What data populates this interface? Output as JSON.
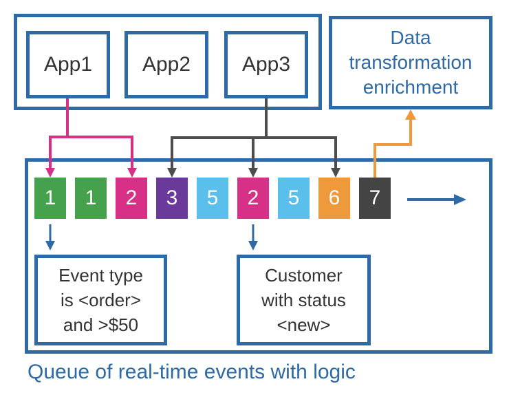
{
  "apps": [
    "App1",
    "App2",
    "App3"
  ],
  "transform": {
    "lines": [
      "Data",
      "transformation",
      "enrichment"
    ]
  },
  "events": [
    {
      "label": "1",
      "color": "#45a14b"
    },
    {
      "label": "1",
      "color": "#45a14b"
    },
    {
      "label": "2",
      "color": "#d63186"
    },
    {
      "label": "3",
      "color": "#6a3a9a"
    },
    {
      "label": "5",
      "color": "#5bbfec"
    },
    {
      "label": "2",
      "color": "#d63186"
    },
    {
      "label": "5",
      "color": "#5bbfec"
    },
    {
      "label": "6",
      "color": "#ee9a3c"
    },
    {
      "label": "7",
      "color": "#444444"
    }
  ],
  "rules": [
    {
      "lines": [
        "Event type",
        "is <order>",
        "and >$50"
      ]
    },
    {
      "lines": [
        "Customer",
        "with status",
        "<new>"
      ]
    }
  ],
  "caption": "Queue of real-time events with logic",
  "colors": {
    "border": "#2e6aa6",
    "app1_route": "#d63186",
    "app3_route": "#4d4d4d",
    "output_route": "#ee9a3c"
  }
}
